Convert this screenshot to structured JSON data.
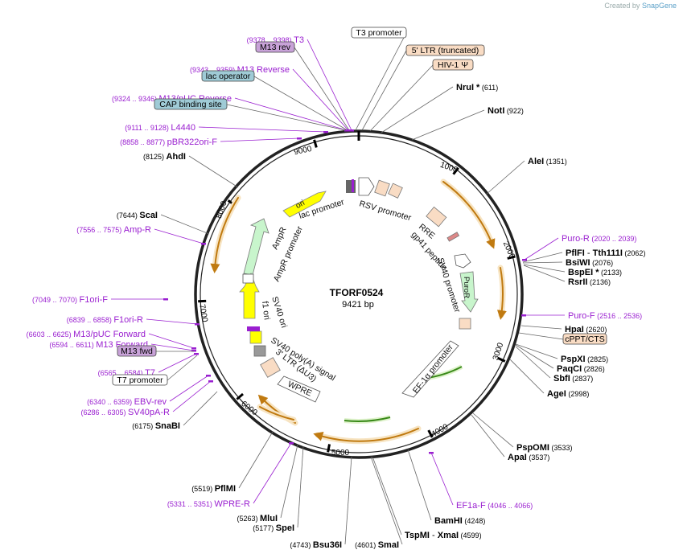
{
  "credit": {
    "prefix": "Created by",
    "brand": "SnapGene"
  },
  "map": {
    "name": "TFORF0524",
    "size_label": "9421 bp",
    "total_bp": 9421,
    "ticks": [
      {
        "label": "1000",
        "bp": 1000
      },
      {
        "label": "2000",
        "bp": 2000
      },
      {
        "label": "3000",
        "bp": 3000
      },
      {
        "label": "4000",
        "bp": 4000
      },
      {
        "label": "5000",
        "bp": 5000
      },
      {
        "label": "6000",
        "bp": 6000
      },
      {
        "label": "7000",
        "bp": 7000
      },
      {
        "label": "8000",
        "bp": 8000
      },
      {
        "label": "9000",
        "bp": 9000
      }
    ]
  },
  "labels": [
    {
      "key": "t3",
      "coords": "(9378 .. 9398)",
      "name": "T3",
      "kind": "primer"
    },
    {
      "key": "t3promoter",
      "name": "T3 promoter",
      "kind": "box",
      "fill": "#ffffff"
    },
    {
      "key": "m13rev",
      "name": "M13 rev",
      "kind": "box",
      "fill": "#c8a2d8"
    },
    {
      "key": "ltr5",
      "name": "5' LTR (truncated)",
      "kind": "box",
      "fill": "#f9dcc4"
    },
    {
      "key": "m13reverse",
      "coords": "(9343 .. 9359)",
      "name": "M13 Reverse",
      "kind": "primer"
    },
    {
      "key": "hiv1",
      "name": "HIV-1 Ψ",
      "kind": "box",
      "fill": "#f9dcc4"
    },
    {
      "key": "lacop",
      "name": "lac operator",
      "kind": "box",
      "fill": "#9fcbd6"
    },
    {
      "key": "nrui",
      "name": "NruI *",
      "coords": "(611)",
      "kind": "enzyme"
    },
    {
      "key": "m13puc",
      "coords": "(9324 .. 9346)",
      "name": "M13/pUC Reverse",
      "kind": "primer"
    },
    {
      "key": "noti",
      "name": "NotI",
      "coords": "(922)",
      "kind": "enzyme"
    },
    {
      "key": "cap",
      "name": "CAP binding site",
      "kind": "box",
      "fill": "#9fcbd6"
    },
    {
      "key": "l4440",
      "coords": "(9111 .. 9128)",
      "name": "L4440",
      "kind": "primer"
    },
    {
      "key": "pbr322",
      "coords": "(8858 .. 8877)",
      "name": "pBR322ori-F",
      "kind": "primer"
    },
    {
      "key": "ahdi",
      "name": "AhdI",
      "coords": "(8125)",
      "kind": "enzyme"
    },
    {
      "key": "alei",
      "name": "AleI",
      "coords": "(1351)",
      "kind": "enzyme"
    },
    {
      "key": "scai",
      "name": "ScaI",
      "coords": "(7644)",
      "kind": "enzyme"
    },
    {
      "key": "ampr_p",
      "coords": "(7556 .. 7575)",
      "name": "Amp-R",
      "kind": "primer"
    },
    {
      "key": "puror",
      "name": "Puro-R",
      "coords": "(2020 .. 2039)",
      "kind": "primer"
    },
    {
      "key": "pflfi",
      "name": "PflFI",
      "name2": "Tth111I",
      "coords": "(2062)",
      "kind": "enzyme"
    },
    {
      "key": "bsiwi",
      "name": "BsiWI",
      "coords": "(2076)",
      "kind": "enzyme"
    },
    {
      "key": "bspei",
      "name": "BspEI *",
      "coords": "(2133)",
      "kind": "enzyme"
    },
    {
      "key": "rsrii",
      "name": "RsrII",
      "coords": "(2136)",
      "kind": "enzyme"
    },
    {
      "key": "f1orif",
      "coords": "(7049 .. 7070)",
      "name": "F1ori-F",
      "kind": "primer"
    },
    {
      "key": "purof",
      "name": "Puro-F",
      "coords": "(2516 .. 2536)",
      "kind": "primer"
    },
    {
      "key": "f1orir",
      "coords": "(6839 .. 6858)",
      "name": "F1ori-R",
      "kind": "primer"
    },
    {
      "key": "hpai",
      "name": "HpaI",
      "coords": "(2620)",
      "kind": "enzyme"
    },
    {
      "key": "m13pucf",
      "coords": "(6603 .. 6625)",
      "name": "M13/pUC Forward",
      "kind": "primer"
    },
    {
      "key": "cppt",
      "name": "cPPT/CTS",
      "kind": "box",
      "fill": "#f9dcc4"
    },
    {
      "key": "m13f",
      "coords": "(6594 .. 6611)",
      "name": "M13 Forward",
      "kind": "primer"
    },
    {
      "key": "pspxi",
      "name": "PspXI",
      "coords": "(2825)",
      "kind": "enzyme"
    },
    {
      "key": "m13fwd",
      "name": "M13 fwd",
      "kind": "box",
      "fill": "#c8a2d8"
    },
    {
      "key": "paqci",
      "name": "PaqCI",
      "coords": "(2826)",
      "kind": "enzyme"
    },
    {
      "key": "t7",
      "coords": "(6565 .. 6584)",
      "name": "T7",
      "kind": "primer"
    },
    {
      "key": "sbfi",
      "name": "SbfI",
      "coords": "(2837)",
      "kind": "enzyme"
    },
    {
      "key": "t7promoter",
      "name": "T7 promoter",
      "kind": "box",
      "fill": "#ffffff"
    },
    {
      "key": "agei",
      "name": "AgeI",
      "coords": "(2998)",
      "kind": "enzyme"
    },
    {
      "key": "ebvrev",
      "coords": "(6340 .. 6359)",
      "name": "EBV-rev",
      "kind": "primer"
    },
    {
      "key": "sv40par",
      "coords": "(6286 .. 6305)",
      "name": "SV40pA-R",
      "kind": "primer"
    },
    {
      "key": "snabi",
      "name": "SnaBI",
      "coords": "(6175)",
      "kind": "enzyme"
    },
    {
      "key": "pspomi",
      "name": "PspOMI",
      "coords": "(3533)",
      "kind": "enzyme"
    },
    {
      "key": "apai",
      "name": "ApaI",
      "coords": "(3537)",
      "kind": "enzyme"
    },
    {
      "key": "pflmi",
      "name": "PflMI",
      "coords": "(5519)",
      "kind": "enzyme"
    },
    {
      "key": "ef1af",
      "name": "EF1a-F",
      "coords": "(4046 .. 4066)",
      "kind": "primer"
    },
    {
      "key": "wprer",
      "coords": "(5331 .. 5351)",
      "name": "WPRE-R",
      "kind": "primer"
    },
    {
      "key": "bamhi",
      "name": "BamHI",
      "coords": "(4248)",
      "kind": "enzyme"
    },
    {
      "key": "mlui",
      "name": "MluI",
      "coords": "(5263)",
      "kind": "enzyme"
    },
    {
      "key": "spei",
      "name": "SpeI",
      "coords": "(5177)",
      "kind": "enzyme"
    },
    {
      "key": "tspmi",
      "name": "TspMI",
      "name2": "XmaI",
      "coords": "(4599)",
      "kind": "enzyme"
    },
    {
      "key": "smai",
      "name": "SmaI",
      "coords": "(4601)",
      "kind": "enzyme"
    },
    {
      "key": "bsu36i",
      "name": "Bsu36I",
      "coords": "(4743)",
      "kind": "enzyme"
    }
  ],
  "inner_labels": [
    {
      "key": "ori",
      "text": "ori"
    },
    {
      "key": "lacpromoter",
      "text": "lac promoter"
    },
    {
      "key": "rsvpromoter",
      "text": "RSV promoter"
    },
    {
      "key": "rre",
      "text": "RRE"
    },
    {
      "key": "gp41",
      "text": "gp41 peptide"
    },
    {
      "key": "sv40promoter",
      "text": "SV40 promoter"
    },
    {
      "key": "puror_feat",
      "text": "PuroR"
    },
    {
      "key": "ef1a",
      "text": "EF-1α promoter"
    },
    {
      "key": "ampr",
      "text": "AmpR"
    },
    {
      "key": "amprpromoter",
      "text": "AmpR promoter"
    },
    {
      "key": "f1ori",
      "text": "f1 ori"
    },
    {
      "key": "sv40ori",
      "text": "SV40 ori"
    },
    {
      "key": "sv40polya",
      "text": "SV40 poly(A) signal"
    },
    {
      "key": "ltr3",
      "text": "3' LTR (ΔU3)"
    },
    {
      "key": "wpre",
      "text": "WPRE"
    }
  ],
  "colors": {
    "primer": "#9a1fd0",
    "enzyme": "#000000",
    "orf": "#f2a93b",
    "orf_fill": "#f7e4c2"
  }
}
